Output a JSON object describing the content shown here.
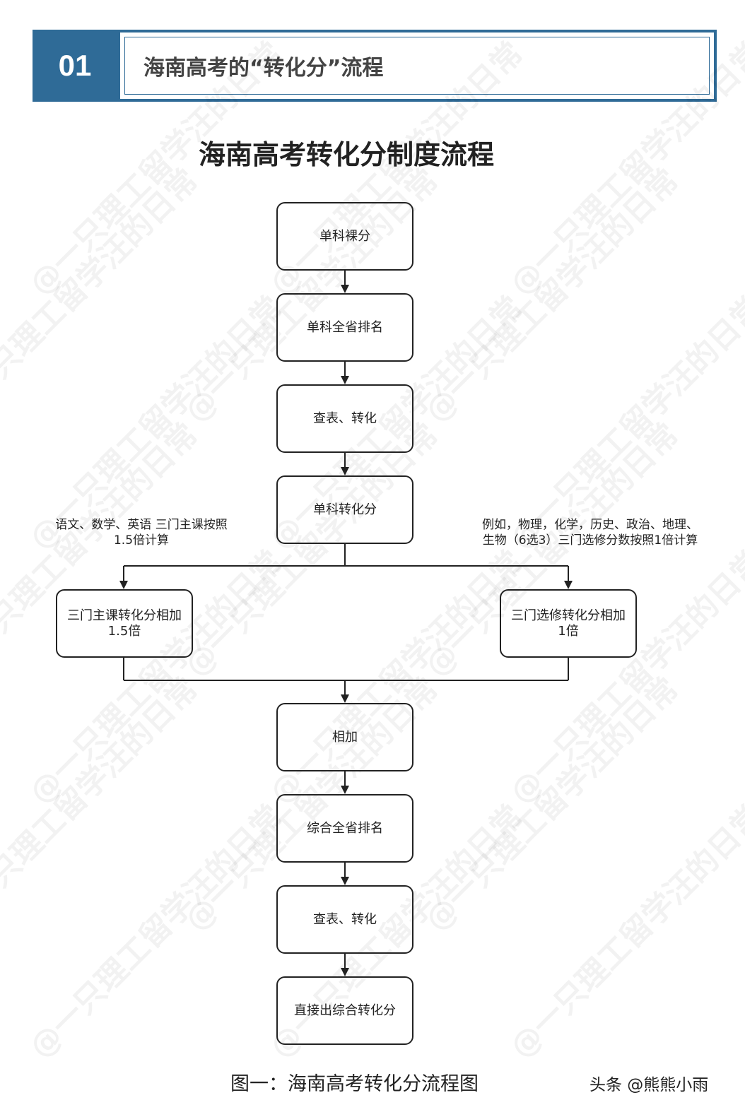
{
  "header": {
    "number": "01",
    "title": "海南高考的“转化分”流程"
  },
  "diagram": {
    "title": "海南高考转化分制度流程",
    "nodes": {
      "n1": "单科裸分",
      "n2": "单科全省排名",
      "n3": "查表、转化",
      "n4": "单科转化分",
      "left_line1": "三门主课转化分相加",
      "left_line2": "1.5倍",
      "right_line1": "三门选修转化分相加",
      "right_line2": "1倍",
      "n6": "相加",
      "n7": "综合全省排名",
      "n8": "查表、转化",
      "n9": "直接出综合转化分"
    },
    "notes": {
      "left_line1": "语文、数学、英语 三门主课按照",
      "left_line2": "1.5倍计算",
      "right_line1": "例如，物理，化学，历史、政治、地理、",
      "right_line2": "生物（6选3）三门选修分数按照1倍计算"
    },
    "watermark": "@一只理工留学汪的日常"
  },
  "caption": "图一：海南高考转化分流程图",
  "credit": "头条 @熊熊小雨"
}
